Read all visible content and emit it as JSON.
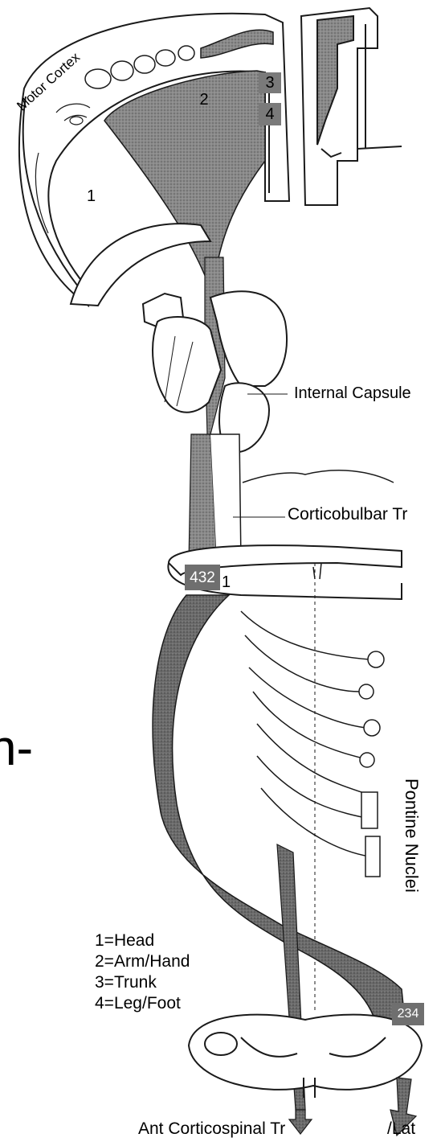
{
  "labels": {
    "motor_cortex": "Motor Cortex",
    "internal_capsule": "Internal Capsule",
    "corticobulbar": "Corticobulbar Tr",
    "pontine_nuclei": "Pontine Nuclei",
    "ant_corticospinal": "Ant Corticospinal Tr",
    "lat": "/Lat",
    "partial_left_text": "n-"
  },
  "region_numbers": {
    "cortex_1": "1",
    "cortex_2": "2",
    "cortex_3": "3",
    "cortex_4": "4",
    "capsule_box": "432",
    "capsule_1": "1",
    "spinal_box": "234"
  },
  "legend": [
    "1=Head",
    "2=Arm/Hand",
    "3=Trunk",
    "4=Leg/Foot"
  ],
  "colors": {
    "tract_fill": "#7d7d7d",
    "box_fill": "#6f6f6f",
    "outline": "#1a1a1a"
  }
}
